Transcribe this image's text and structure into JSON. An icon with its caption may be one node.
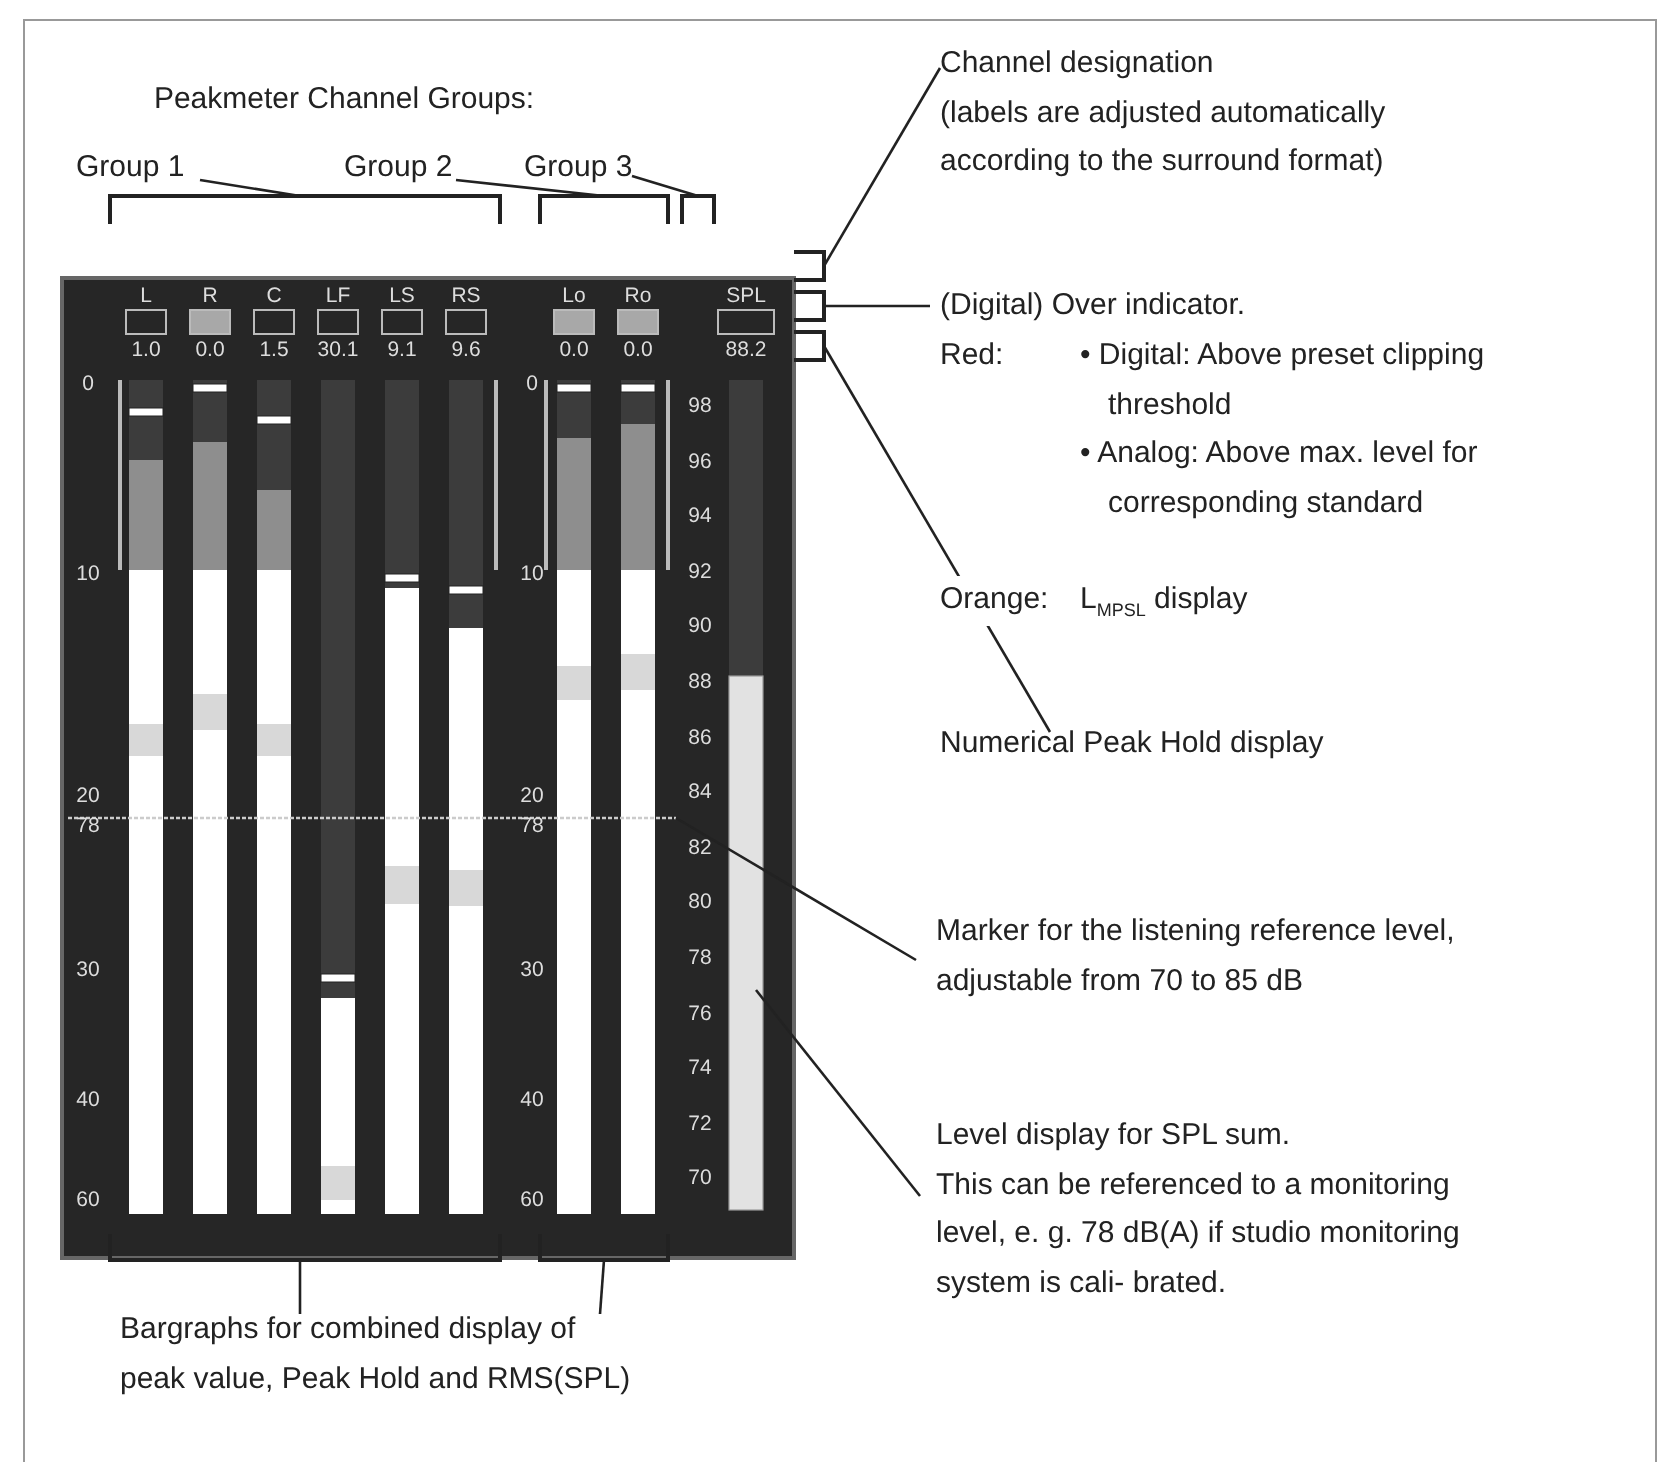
{
  "diagram": {
    "nodes": [
      {
        "text": [
          "Group 1"
        ]
      },
      {
        "text": [
          "Group 2"
        ]
      },
      {
        "text": [
          "Group 3"
        ]
      },
      {
        "text": [],
        "shape": "bracket"
      },
      {
        "text": [],
        "shape": "bracket"
      },
      {
        "text": [],
        "shape": "bracket"
      },
      {
        "text": [
          "Channel designation",
          "(labels are adjusted automatically according to the surround format)"
        ]
      },
      {
        "text": [],
        "shape": "bracket"
      },
      {
        "text": [
          "(Digital) Over indicator.",
          "Red:",
          "• Digital: Above preset clipping threshold",
          "• Analog: Above max. level for corresponding standard",
          "Orange:",
          "L$_{MPSL}$ display"
        ]
      },
      {
        "text": [],
        "shape": "bracket"
      },
      {
        "text": [
          "Numerical Peak Hold display"
        ]
      },
      {
        "text": [],
        "shape": "bracket"
      },
      {
        "text": [
          "Marker for the listening reference level, adjustable from 70 to 85 dB"
        ]
      },
      {
        "text": [],
        "shape": "line"
      },
      {
        "text": [
          "Level display for SPL sum.",
          "This can be referenced to a monitoring level, e. g. 78 dB(A) if studio monitoring system is cali- brated."
        ]
      },
      {
        "text": [],
        "shape": "bar"
      },
      {
        "text": [
          "Bargraphs for combined display of peak value, Peak Hold and RMS(SPL)"
        ]
      },
      {
        "text": [],
        "shape": "bracket"
      },
      {
        "text": [],
        "shape": "bracket"
      }
    ],
    "edges": [
      {
        "from": 0,
        "to": 3,
        "arrow": "none"
      },
      {
        "from": 1,
        "to": 4,
        "arrow": "none"
      },
      {
        "from": 2,
        "to": 5,
        "arrow": "none"
      },
      {
        "from": 6,
        "to": 7,
        "arrow": "none"
      },
      {
        "from": 8,
        "to": 9,
        "arrow": "none"
      },
      {
        "from": 10,
        "to": 11,
        "arrow": "none"
      },
      {
        "from": 12,
        "to": 13,
        "arrow": "none"
      },
      {
        "from": 14,
        "to": 15,
        "arrow": "none"
      },
      {
        "from": 16,
        "to": 17,
        "arrow": "none"
      },
      {
        "from": 16,
        "to": 18,
        "arrow": "none"
      }
    ],
    "labels": [
      "Peakmeter Channel Groups:",
      "L",
      "R",
      "C",
      "LF",
      "LS",
      "RS",
      "Lo",
      "Ro",
      "SPL",
      "1.0",
      "0.0",
      "1.5",
      "30.1",
      "9.1",
      "9.6",
      "0.0",
      "0.0",
      "88.2",
      "0",
      "10",
      "20",
      "78",
      "30",
      "40",
      "60",
      "0",
      "10",
      "20",
      "78",
      "30",
      "40",
      "60",
      "98",
      "96",
      "94",
      "92",
      "90",
      "88",
      "86",
      "84",
      "82",
      "80",
      "78",
      "76",
      "74",
      "72",
      "70"
    ]
  }
}
